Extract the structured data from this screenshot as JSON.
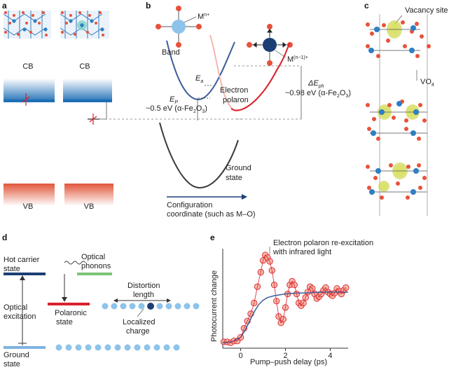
{
  "panels": {
    "a": "a",
    "b": "b",
    "c": "c",
    "d": "d",
    "e": "e"
  },
  "colors": {
    "band_curve": "#3d5d9a",
    "polaron_curve": "#d9232e",
    "ground_curve": "#3a3a3a",
    "cb_band": "#1e6fb5",
    "vb_band": "#e0553a",
    "oxygen": "#e8523a",
    "metal": "#2f7fc1",
    "density": "#c8d13a",
    "dark_blue": "#1b3f75",
    "light_blue": "#8ec3ea",
    "green": "#7cc576",
    "red": "#d9232e",
    "dot_fill": "#f4a28c",
    "dot_stroke": "#d9232e"
  },
  "panel_a": {
    "cb_left": "CB",
    "cb_right": "CB",
    "vb_left": "VB",
    "vb_right": "VB"
  },
  "panel_b": {
    "metal_left": "M",
    "metal_left_sup": "n+",
    "metal_right": "M",
    "metal_right_sup": "(n−1)+",
    "band": "Band",
    "ea": "E",
    "ea_sub": "a",
    "ep": "E",
    "ep_sub": "P",
    "ep_value": "~0.5 eV (α-Fe",
    "ep_value_sub1": "2",
    "ep_value_mid": "O",
    "ep_value_sub2": "3",
    "ep_value_end": ")",
    "electron": "Electron",
    "polaron": "polaron",
    "delta": "ΔE",
    "delta_sub": "ph",
    "delta_value": "~0.98 eV (α-Fe",
    "delta_value_sub1": "2",
    "delta_value_mid": "O",
    "delta_value_sub2": "3",
    "delta_value_end": ")",
    "ground": "Ground",
    "state": "state",
    "config1": "Configuration",
    "config2": "coordinate (such as M–O)"
  },
  "panel_c": {
    "vacancy": "Vacancy site",
    "vo4": "VO",
    "vo4_sub": "4"
  },
  "panel_d": {
    "hot1": "Hot carrier",
    "hot2": "state",
    "opt1": "Optical",
    "opt2": "phonons",
    "exc1": "Optical",
    "exc2": "excitation",
    "pol1": "Polaronic",
    "pol2": "state",
    "dist1": "Distortion",
    "dist2": "length",
    "loc1": "Localized",
    "loc2": "charge",
    "gnd1": "Ground",
    "gnd2": "state"
  },
  "panel_e": {
    "annot1": "Electron polaron re-excitation",
    "annot2": "with infrared light",
    "ylabel": "Photocurrent change",
    "xlabel": "Pump–push delay (ps)",
    "xticks": [
      "0",
      "2",
      "4"
    ]
  },
  "chart_data": {
    "type": "scatter",
    "title": "",
    "xlabel": "Pump–push delay (ps)",
    "ylabel": "Photocurrent change",
    "xlim": [
      -0.8,
      4.8
    ],
    "ylim": [
      0,
      1.1
    ],
    "series": [
      {
        "x": [
          -0.75,
          -0.6,
          -0.45,
          -0.3,
          -0.15,
          0.0,
          0.15,
          0.3,
          0.45,
          0.6,
          0.75,
          0.9,
          1.0,
          1.1,
          1.2,
          1.3,
          1.4,
          1.5,
          1.6,
          1.7,
          1.8,
          1.9,
          2.0,
          2.1,
          2.2,
          2.3,
          2.4,
          2.5,
          2.6,
          2.7,
          2.8,
          2.9,
          3.0,
          3.1,
          3.2,
          3.3,
          3.4,
          3.5,
          3.6,
          3.7,
          3.8,
          3.9,
          4.0,
          4.1,
          4.2,
          4.3,
          4.4,
          4.5,
          4.6,
          4.7
        ],
        "values": [
          0.07,
          0.07,
          0.06,
          0.08,
          0.08,
          0.12,
          0.22,
          0.3,
          0.38,
          0.5,
          0.68,
          0.84,
          0.97,
          1.03,
          1.0,
          0.96,
          0.86,
          0.7,
          0.52,
          0.35,
          0.28,
          0.32,
          0.45,
          0.6,
          0.7,
          0.74,
          0.7,
          0.6,
          0.5,
          0.47,
          0.5,
          0.56,
          0.62,
          0.68,
          0.66,
          0.6,
          0.55,
          0.57,
          0.6,
          0.64,
          0.67,
          0.62,
          0.6,
          0.58,
          0.61,
          0.66,
          0.63,
          0.6,
          0.64,
          0.67
        ]
      },
      {
        "x": [
          -0.8,
          -0.4,
          0.0,
          0.2,
          0.4,
          0.6,
          0.8,
          1.0,
          1.2,
          1.5,
          2.0,
          2.5,
          3.0,
          3.5,
          4.0,
          4.5,
          4.8
        ],
        "values": [
          0.06,
          0.07,
          0.12,
          0.2,
          0.3,
          0.4,
          0.48,
          0.53,
          0.56,
          0.58,
          0.6,
          0.61,
          0.61,
          0.62,
          0.62,
          0.62,
          0.62
        ]
      }
    ]
  }
}
